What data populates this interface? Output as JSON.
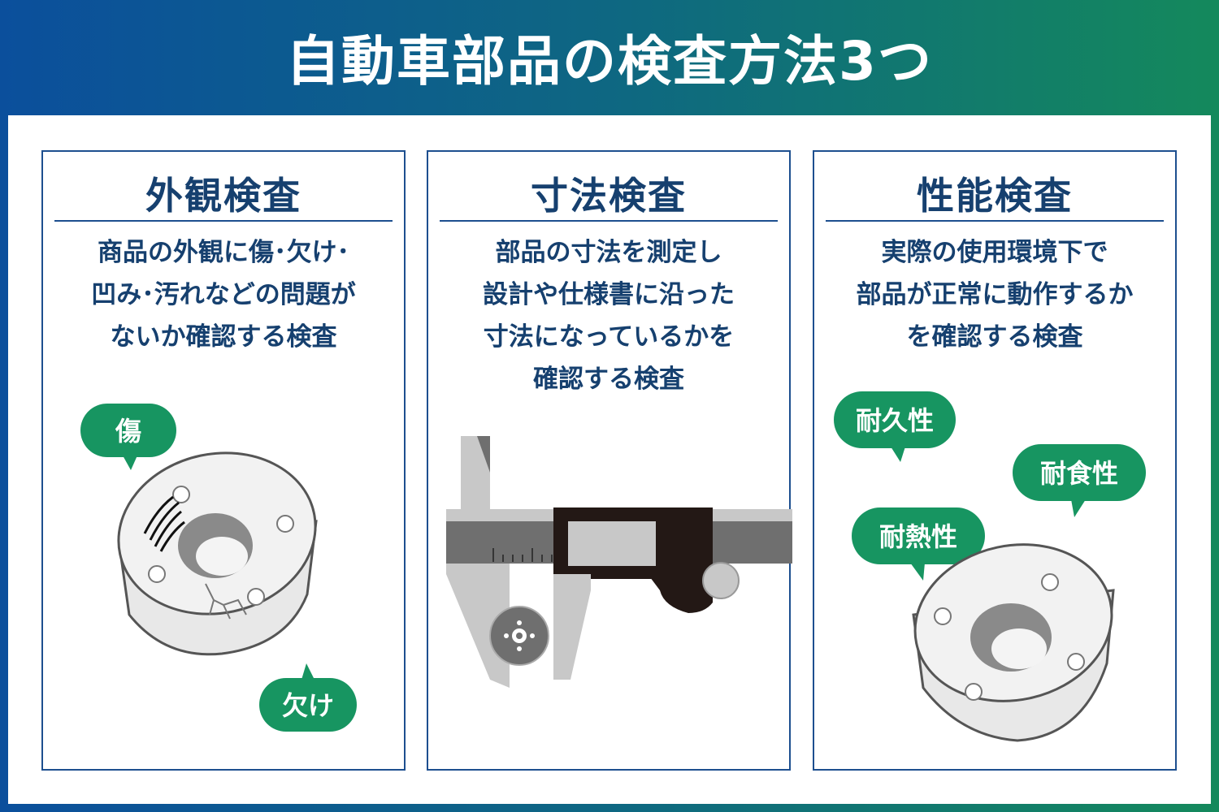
{
  "title": "自動車部品の検査方法3つ",
  "colors": {
    "title_gradient_start": "#0b4f9c",
    "title_gradient_end": "#14895c",
    "card_text": "#16406f",
    "card_border": "#1d4f8f",
    "bubble": "#179561"
  },
  "cards": [
    {
      "title": "外観検査",
      "description": "商品の外観に傷･欠け･\n凹み･汚れなどの問題が\nないか確認する検査",
      "tags": [
        "傷",
        "欠け"
      ]
    },
    {
      "title": "寸法検査",
      "description": "部品の寸法を測定し\n設計や仕様書に沿った\n寸法になっているかを\n確認する検査",
      "tags": []
    },
    {
      "title": "性能検査",
      "description": "実際の使用環境下で\n部品が正常に動作するか\nを確認する検査",
      "tags": [
        "耐久性",
        "耐食性",
        "耐熱性"
      ]
    }
  ]
}
